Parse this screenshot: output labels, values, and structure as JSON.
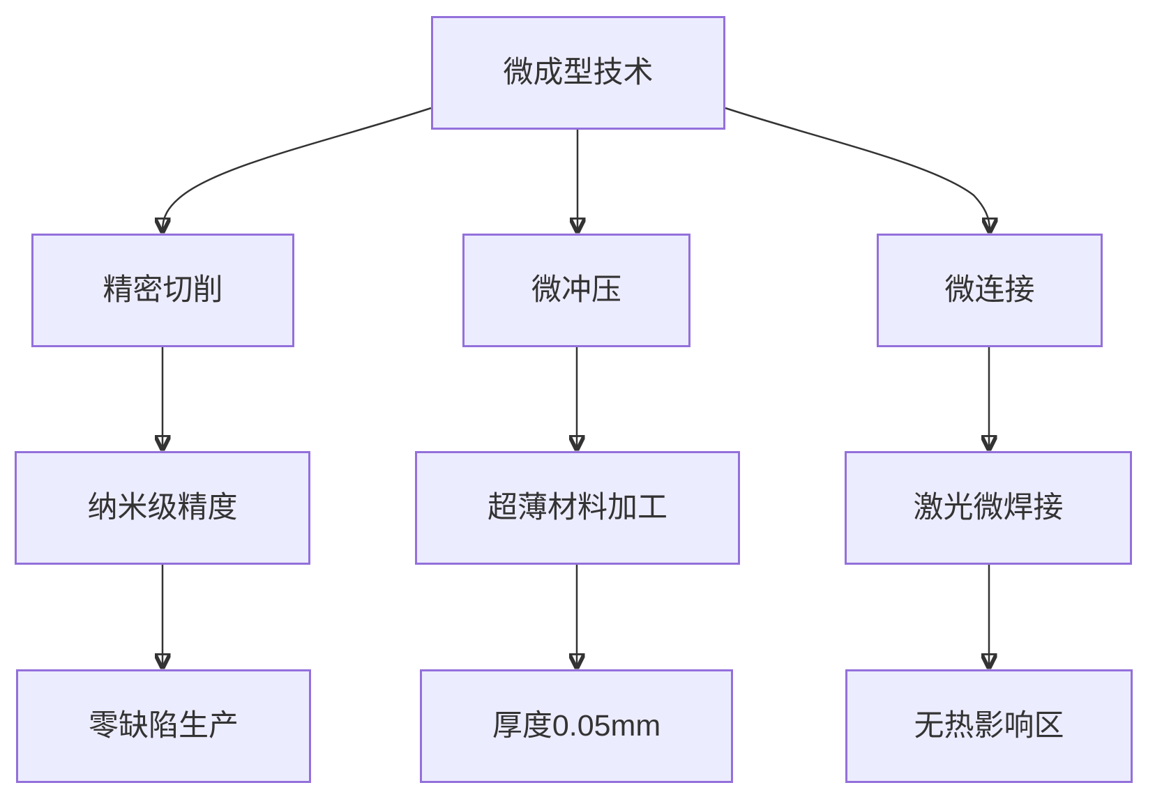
{
  "diagram": {
    "type": "flowchart-top-down",
    "nodes": {
      "root": {
        "label": "微成型技术"
      },
      "precision_cutting": {
        "label": "精密切削"
      },
      "micro_stamping": {
        "label": "微冲压"
      },
      "micro_joining": {
        "label": "微连接"
      },
      "nano_precision": {
        "label": "纳米级精度"
      },
      "ultrathin_processing": {
        "label": "超薄材料加工"
      },
      "laser_micro_welding": {
        "label": "激光微焊接"
      },
      "zero_defect": {
        "label": "零缺陷生产"
      },
      "thickness_005mm": {
        "label": "厚度0.05mm"
      },
      "no_heat_affected_zone": {
        "label": "无热影响区"
      }
    },
    "edges": [
      {
        "from": "微成型技术",
        "to": "精密切削"
      },
      {
        "from": "微成型技术",
        "to": "微冲压"
      },
      {
        "from": "微成型技术",
        "to": "微连接"
      },
      {
        "from": "精密切削",
        "to": "纳米级精度"
      },
      {
        "from": "微冲压",
        "to": "超薄材料加工"
      },
      {
        "from": "微连接",
        "to": "激光微焊接"
      },
      {
        "from": "纳米级精度",
        "to": "零缺陷生产"
      },
      {
        "from": "超薄材料加工",
        "to": "厚度0.05mm"
      },
      {
        "from": "激光微焊接",
        "to": "无热影响区"
      }
    ],
    "colors": {
      "node_fill": "#ECECFF",
      "node_border": "#9370DB",
      "edge_stroke": "#333333",
      "text": "#333333",
      "background": "#FFFFFF"
    }
  }
}
